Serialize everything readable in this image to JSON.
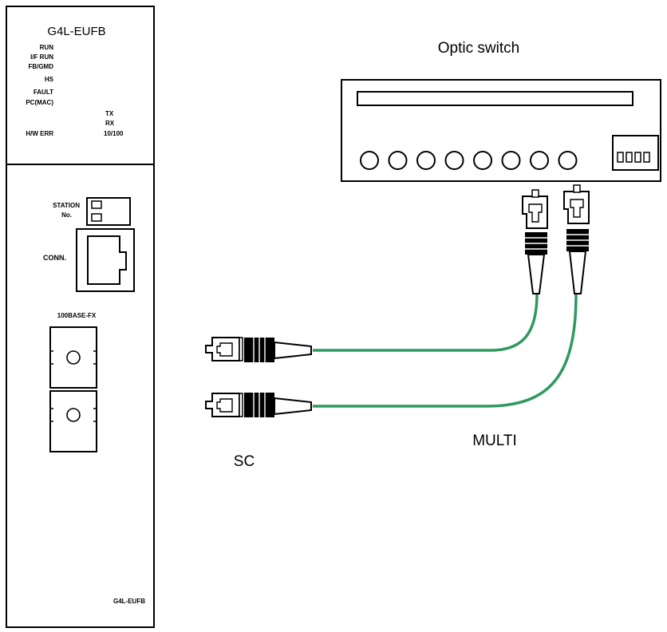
{
  "module": {
    "model": "G4L-EUFB",
    "bottom_label": "G4L-EUFB",
    "leds_left": [
      "RUN",
      "I/F RUN",
      "FB/GMD",
      "HS",
      "FAULT",
      "PC(MAC)",
      "H/W ERR"
    ],
    "leds_right": [
      "TX",
      "RX",
      "10/100"
    ],
    "station_label": "STATION",
    "station_no_label": "No.",
    "conn_label": "CONN.",
    "port_label": "100BASE-FX"
  },
  "switch": {
    "title": "Optic switch",
    "port_count": 8,
    "dip_count": 4
  },
  "labels": {
    "connector_type": "SC",
    "cable_type": "MULTI"
  },
  "colors": {
    "cable": "#2e9960",
    "line": "#000000"
  }
}
